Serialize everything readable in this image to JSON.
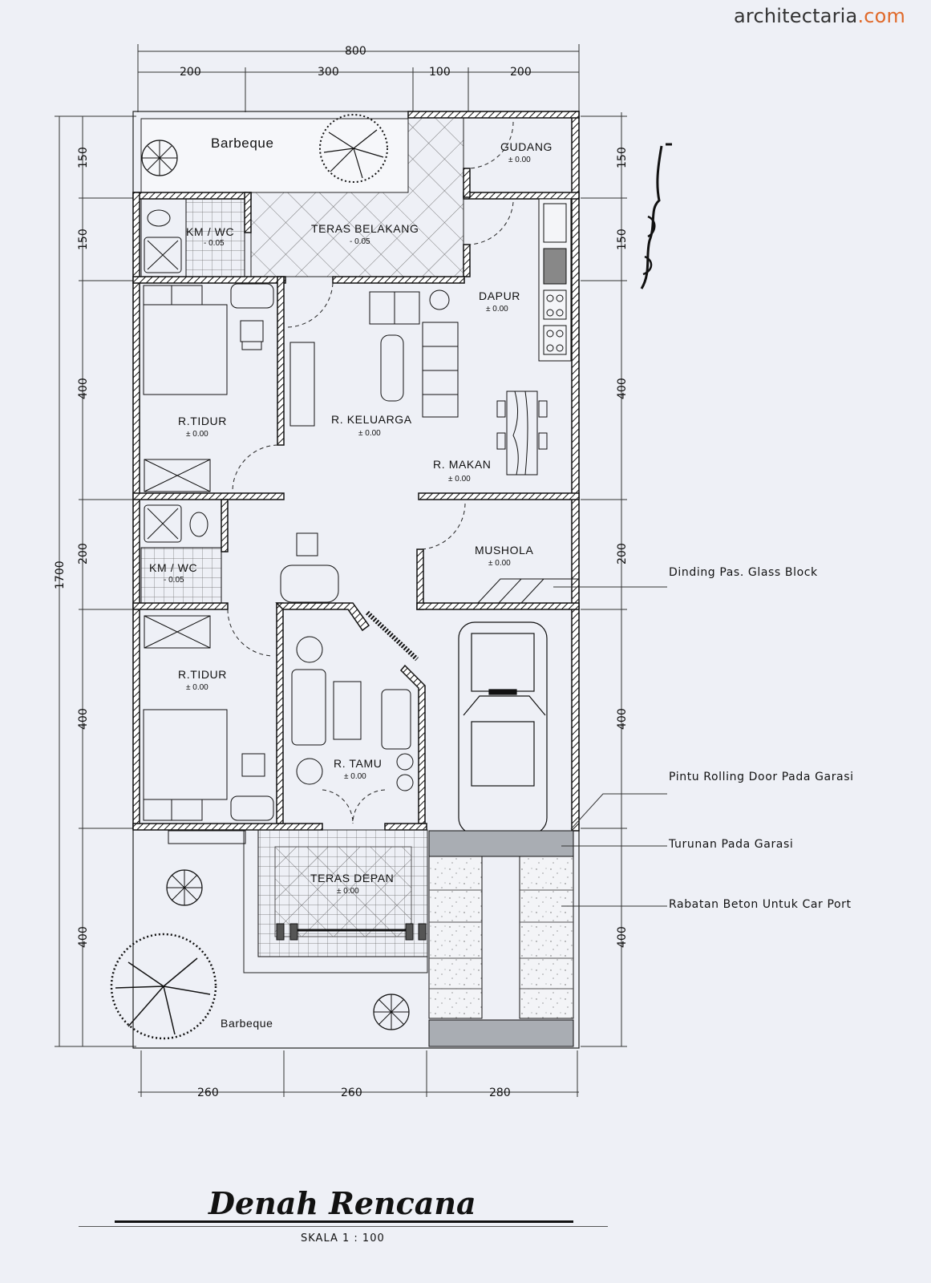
{
  "watermark": {
    "name": "architectaria",
    "domain": ".com"
  },
  "title": "Denah Rencana",
  "scale": "SKALA 1 : 100",
  "dimensions": {
    "top_total": "800",
    "top_segments": [
      "200",
      "300",
      "100",
      "200"
    ],
    "left_total": "1700",
    "left_segments": [
      "150",
      "150",
      "400",
      "200",
      "400",
      "400"
    ],
    "right_segments": [
      "150",
      "150",
      "400",
      "200",
      "400",
      "400"
    ],
    "bottom_segments": [
      "260",
      "260",
      "280"
    ]
  },
  "rooms": {
    "barbeque_top": {
      "name": "Barbeque"
    },
    "gudang": {
      "name": "GUDANG",
      "level": "± 0.00"
    },
    "kmwc_top": {
      "name": "KM / WC",
      "level": "- 0.05"
    },
    "teras_belakang": {
      "name": "TERAS BELAKANG",
      "level": "- 0.05"
    },
    "dapur": {
      "name": "DAPUR",
      "level": "± 0.00"
    },
    "r_tidur_1": {
      "name": "R.TIDUR",
      "level": "± 0.00"
    },
    "r_keluarga": {
      "name": "R. KELUARGA",
      "level": "± 0.00"
    },
    "r_makan": {
      "name": "R. MAKAN",
      "level": "± 0.00"
    },
    "kmwc_mid": {
      "name": "KM / WC",
      "level": "- 0.05"
    },
    "musholla": {
      "name": "MUSHOLA",
      "level": "± 0.00"
    },
    "r_tidur_2": {
      "name": "R.TIDUR",
      "level": "± 0.00"
    },
    "r_tamu": {
      "name": "R. TAMU",
      "level": "± 0.00"
    },
    "teras_depan": {
      "name": "TERAS DEPAN",
      "level": "± 0.00"
    },
    "barbeque_bottom": {
      "name": "Barbeque"
    }
  },
  "annotations": [
    "Dinding Pas. Glass Block",
    "Pintu Rolling Door Pada Garasi",
    "Turunan Pada Garasi",
    "Rabatan Beton Untuk Car Port"
  ],
  "colors": {
    "paper": "#eef0f6",
    "ink": "#111111",
    "watermark_accent": "#e06a2b",
    "garage_ramp": "#a9adb3"
  }
}
